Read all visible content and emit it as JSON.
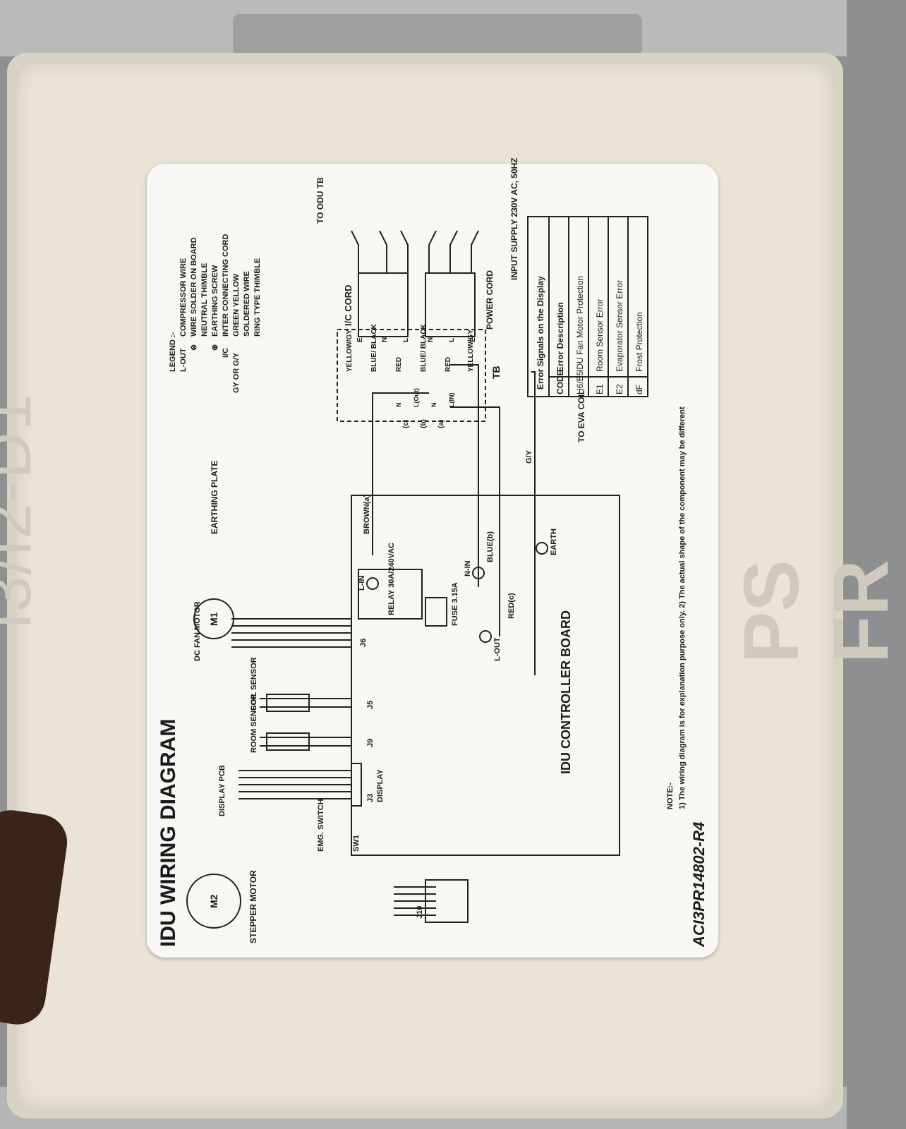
{
  "embossed": {
    "model": "i3/i2-D1",
    "mark": "PS FR"
  },
  "diagram": {
    "title": "IDU WIRING DIAGRAM",
    "part_number": "ACI3PR14802-R4",
    "board_label": "IDU CONTROLLER BOARD",
    "components": {
      "dc_fan_motor_symbol": "M1",
      "dc_fan_motor_label": "DC FAN MOTOR",
      "stepper_motor_symbol": "M2",
      "stepper_motor_label": "STEPPER MOTOR",
      "display_pcb": "DISPLAY PCB",
      "emg_switch": "EMG. SWITCH",
      "sw1": "SW1",
      "coil_sensor": "COIL SENSOR",
      "room_sensor": "ROOM SENSOR",
      "relay": "RELAY 30A/240VAC",
      "fuse": "FUSE 3.15A",
      "earthing_plate": "EARTHING PLATE",
      "to_eva_coil": "TO EVA COIL",
      "to_odu_tb": "TO ODU TB",
      "ic_cord": "I/C CORD",
      "power_cord": "POWER CORD",
      "input_supply": "INPUT SUPPLY 230V AC, 50HZ",
      "tb": "TB"
    },
    "connectors": {
      "j10": "J10",
      "j3": "J3",
      "j3_sub": "DISPLAY",
      "j9": "J9",
      "j5": "J5",
      "j6": "J6",
      "l_in": "L-IN",
      "n_in": "N-IN",
      "l_out": "L-OUT",
      "earth": "EARTH",
      "brown": "BROWN(a)",
      "blue": "BLUE(b)",
      "red": "RED(c)",
      "gy": "G/Y",
      "a": "(a)",
      "b": "(b)",
      "c": "(c)"
    },
    "terminal_labels": [
      "N",
      "L(Out)",
      "N",
      "L(IN)"
    ],
    "wire_labels": {
      "yellow_gy_top": "YELLOW/GY",
      "blue_black_top": "BLUE/ BLACK",
      "red_top": "RED",
      "blue_black_bottom": "BLUE/ BLACK",
      "red_bottom": "RED",
      "yellow_gy_bottom": "YELLOW/GY",
      "e_top": "E",
      "n_top": "N",
      "l_top": "L",
      "n_bottom": "N",
      "l_bottom": "L",
      "e_bottom": "E"
    },
    "legend": {
      "heading": "LEGEND :-",
      "items": [
        {
          "key": "L-OUT",
          "text": "COMPRESSOR WIRE"
        },
        {
          "key": "⊗",
          "text": "WIRE SOLDER ON BOARD"
        },
        {
          "key": "",
          "text": "NEUTRAL THIMBLE"
        },
        {
          "key": "⊕",
          "text": "EARTHING SCREW"
        },
        {
          "key": "I/C",
          "text": "INTER CONNECTING CORD"
        },
        {
          "key": "GY OR G/Y",
          "text": "GREEN YELLOW"
        },
        {
          "key": "",
          "text": "SOLDERED WIRE"
        },
        {
          "key": "",
          "text": "RING TYPE THIMBLE"
        }
      ]
    },
    "error_table": {
      "heading": "Error Signals on the Display",
      "columns": [
        "CODE",
        "Error Description"
      ],
      "rows": [
        [
          "H6/E5",
          "IDU Fan Motor Protection"
        ],
        [
          "E1",
          "Room Sensor Error"
        ],
        [
          "E2",
          "Evaporator Sensor Error"
        ],
        [
          "dF",
          "Frost Protection"
        ]
      ]
    },
    "note": {
      "heading": "NOTE:-",
      "text": "1) The wiring diagram is for explanation purpose only. 2) The actual shape of the component may be different"
    }
  }
}
